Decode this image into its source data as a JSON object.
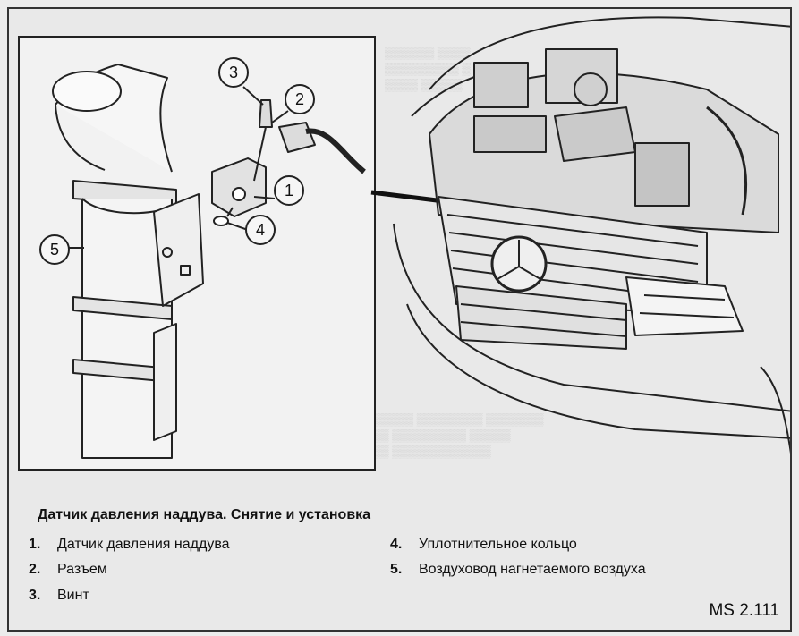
{
  "figure": {
    "caption": "Датчик давления наддува. Снятие и установка",
    "figure_id": "MS 2.111"
  },
  "callouts": [
    "1",
    "2",
    "3",
    "4",
    "5"
  ],
  "legend": [
    {
      "num": "1.",
      "label": "Датчик давления наддува"
    },
    {
      "num": "2.",
      "label": "Разъем"
    },
    {
      "num": "3.",
      "label": "Винт"
    },
    {
      "num": "4.",
      "label": "Уплотнительное кольцо"
    },
    {
      "num": "5.",
      "label": "Воздуховод нагнетаемого воздуха"
    }
  ]
}
